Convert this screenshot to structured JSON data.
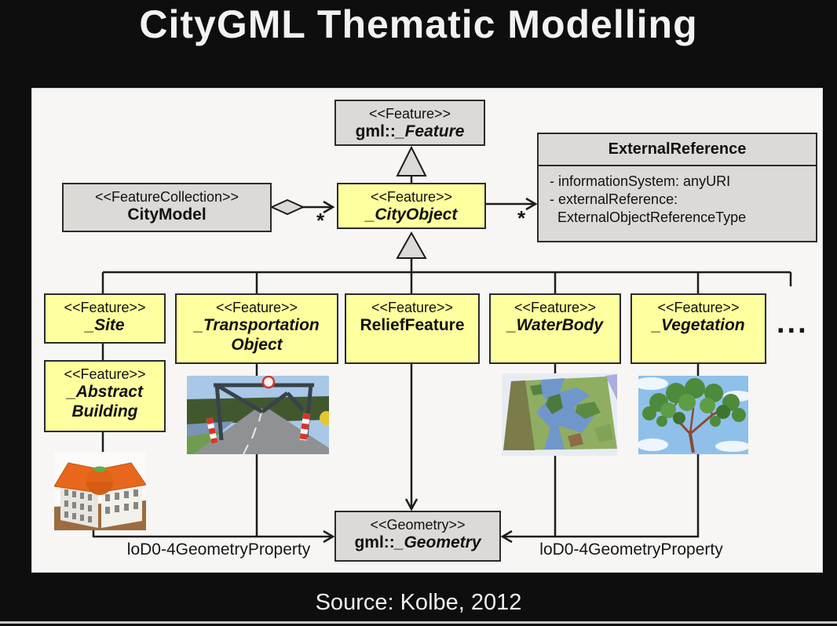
{
  "title": "CityGML Thematic Modelling",
  "source_caption": "Source: Kolbe, 2012",
  "colors": {
    "background": "#0e0e0e",
    "panel": "#f7f6f4",
    "node_yellow": "#feff9e",
    "node_gray": "#dcd9d6",
    "connector": "#1c1c1c",
    "title_text": "#f2f2f2"
  },
  "diagram": {
    "nodes": {
      "gml_feature": {
        "stereotype": "<<Feature>>",
        "prefix": "gml::",
        "name": "_Feature"
      },
      "external_reference": {
        "name": "ExternalReference",
        "attributes": [
          "- informationSystem: anyURI",
          "- externalReference:",
          "ExternalObjectReferenceType"
        ]
      },
      "city_model": {
        "stereotype": "<<FeatureCollection>>",
        "name": "CityModel"
      },
      "city_object": {
        "stereotype": "<<Feature>>",
        "name": "_CityObject"
      },
      "site": {
        "stereotype": "<<Feature>>",
        "name": "_Site"
      },
      "transportation_object": {
        "stereotype": "<<Feature>>",
        "name": "_Transportation Object"
      },
      "relief_feature": {
        "stereotype": "<<Feature>>",
        "name": "ReliefFeature"
      },
      "water_body": {
        "stereotype": "<<Feature>>",
        "name": "_WaterBody"
      },
      "vegetation": {
        "stereotype": "<<Feature>>",
        "name": "_Vegetation"
      },
      "abstract_building": {
        "stereotype": "<<Feature>>",
        "name": "_Abstract Building"
      },
      "gml_geometry": {
        "stereotype": "<<Geometry>>",
        "prefix": "gml::",
        "name": "_Geometry"
      }
    },
    "labels": {
      "geometry_property_left": "loD0-4GeometryProperty",
      "geometry_property_right": "loD0-4GeometryProperty",
      "multiplicity_citymodel": "*",
      "multiplicity_externalref": "*",
      "more_subclasses": "..."
    },
    "images": [
      {
        "name": "building-3d-model"
      },
      {
        "name": "bridge-road-3d-model"
      },
      {
        "name": "waterbody-terrain-3d-model"
      },
      {
        "name": "tree-3d-model"
      }
    ]
  }
}
